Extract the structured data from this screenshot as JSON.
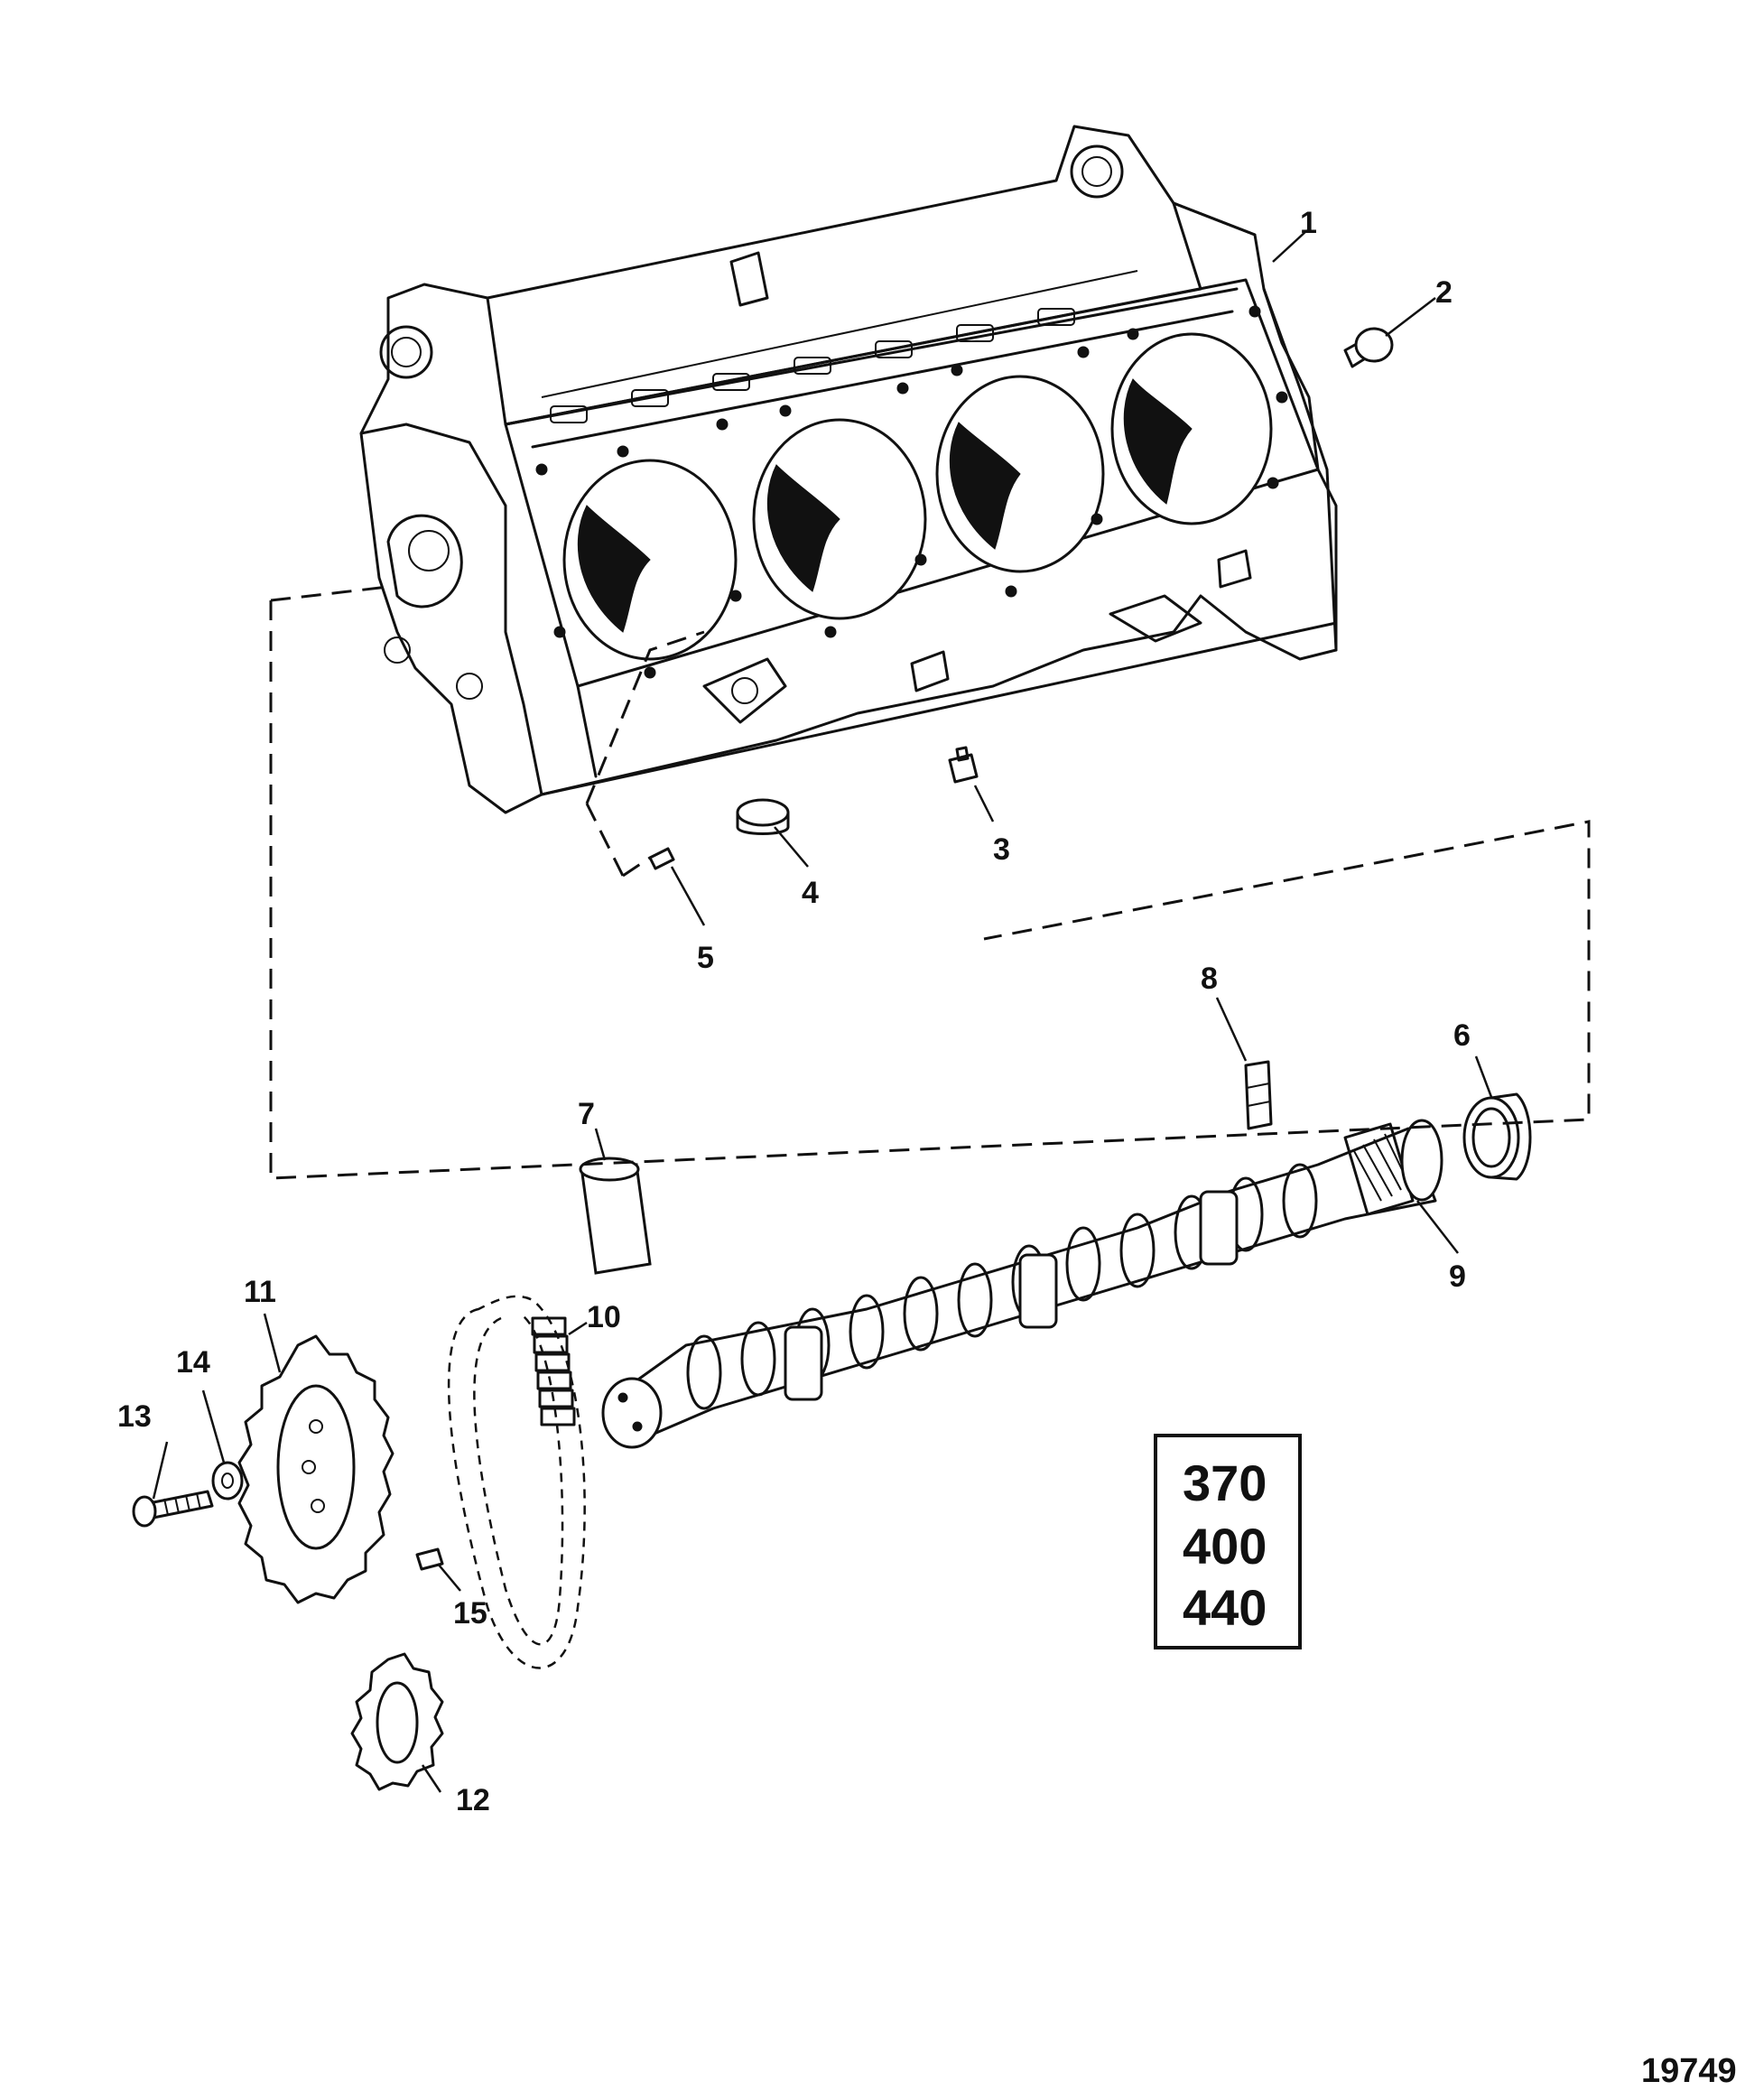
{
  "callouts": {
    "c1": "1",
    "c2": "2",
    "c3": "3",
    "c4": "4",
    "c5": "5",
    "c6": "6",
    "c7": "7",
    "c8": "8",
    "c9": "9",
    "c10": "10",
    "c11": "11",
    "c12": "12",
    "c13": "13",
    "c14": "14",
    "c15": "15"
  },
  "model_box": {
    "line1": "370",
    "line2": "400",
    "line3": "440"
  },
  "reference_number": "19749",
  "colors": {
    "ink": "#111111",
    "paper": "#ffffff"
  }
}
